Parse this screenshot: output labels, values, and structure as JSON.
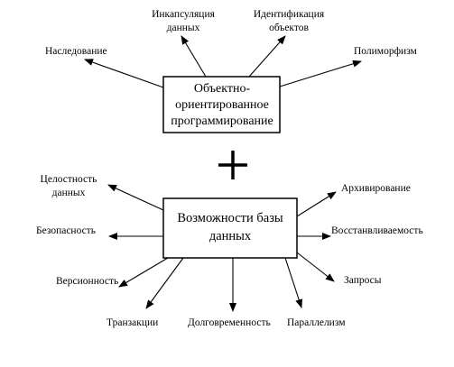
{
  "top_box": {
    "lines": [
      "Объектно-",
      "ориентированное",
      "программирование"
    ]
  },
  "bottom_box": {
    "lines": [
      "Возможности базы",
      "данных"
    ]
  },
  "plus_sign": "+",
  "oop_features": {
    "inheritance": [
      "Наследование"
    ],
    "encapsulation": [
      "Инкапсуляция",
      "данных"
    ],
    "identification": [
      "Идентификация",
      "объектов"
    ],
    "polymorphism": [
      "Полиморфизм"
    ]
  },
  "db_features": {
    "integrity": [
      "Целостность",
      "данных"
    ],
    "security": [
      "Безопасность"
    ],
    "versioning": [
      "Версионность"
    ],
    "transactions": [
      "Транзакции"
    ],
    "persistence": [
      "Долговременность"
    ],
    "parallelism": [
      "Параллелизм"
    ],
    "queries": [
      "Запросы"
    ],
    "recovery": [
      "Восстанвливаемость"
    ],
    "archiving": [
      "Архивирование"
    ]
  }
}
